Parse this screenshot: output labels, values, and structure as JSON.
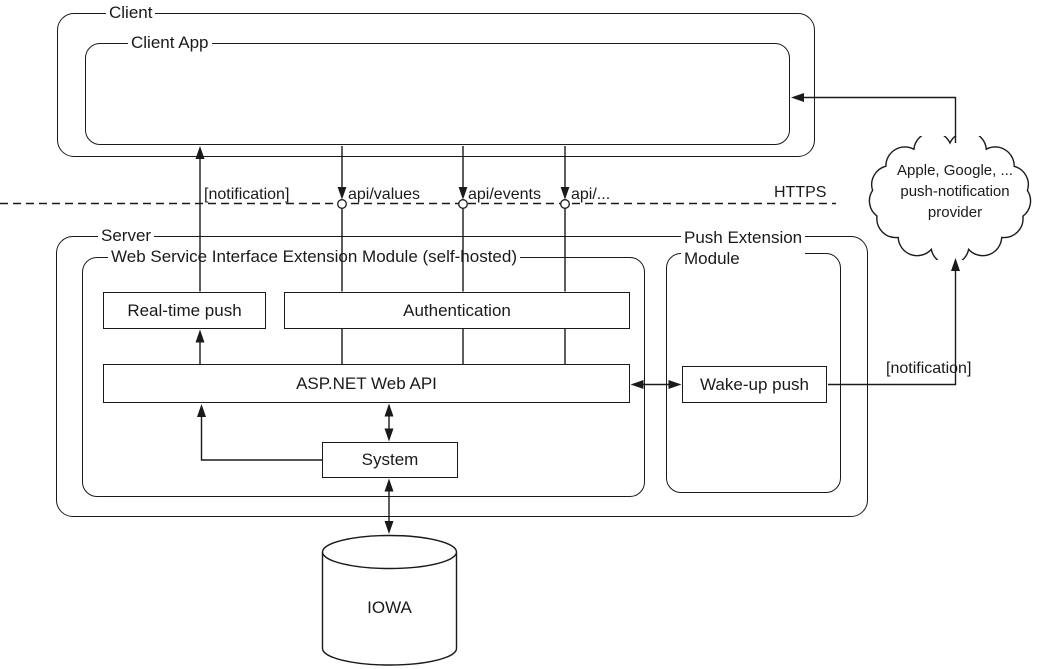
{
  "client": {
    "title": "Client",
    "app": {
      "title": "Client App"
    }
  },
  "boundary": {
    "notification": "[notification]",
    "api_values": "api/values",
    "api_events": "api/events",
    "api_more": "api/...",
    "protocol": "HTTPS"
  },
  "server": {
    "title": "Server",
    "web_service_module": {
      "title": "Web Service Interface Extension Module (self-hosted)",
      "realtime_push": "Real-time push",
      "authentication": "Authentication",
      "web_api": "ASP.NET Web API",
      "system": "System"
    },
    "push_extension_module": {
      "title_line1": "Push Extension",
      "title_line2": "Module",
      "wakeup_push": "Wake-up push"
    }
  },
  "push_provider": {
    "line1": "Apple, Google, ...",
    "line2": "push-notification",
    "line3": "provider"
  },
  "wakeup_notification": "[notification]",
  "database": {
    "label": "IOWA"
  },
  "colors": {
    "line": "#1a1a1a",
    "background": "#ffffff"
  }
}
